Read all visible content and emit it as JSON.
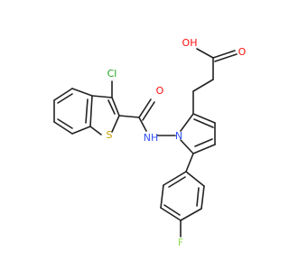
{
  "atoms": {
    "oh": {
      "text": "OH",
      "color": "#ff0d0d"
    },
    "o_acid": {
      "text": "O",
      "color": "#ff0d0d"
    },
    "cl": {
      "text": "Cl",
      "color": "#1fa61f"
    },
    "o_amide": {
      "text": "O",
      "color": "#ff0d0d"
    },
    "n_pyrrole": {
      "text": "N",
      "color": "#3050f8"
    },
    "nh": {
      "text": "NH",
      "color": "#3050f8"
    },
    "s": {
      "text": "S",
      "color": "#c8a000"
    },
    "f": {
      "text": "F",
      "color": "#90e050"
    }
  },
  "colors": {
    "bond": "#222222",
    "background": "#ffffff"
  }
}
